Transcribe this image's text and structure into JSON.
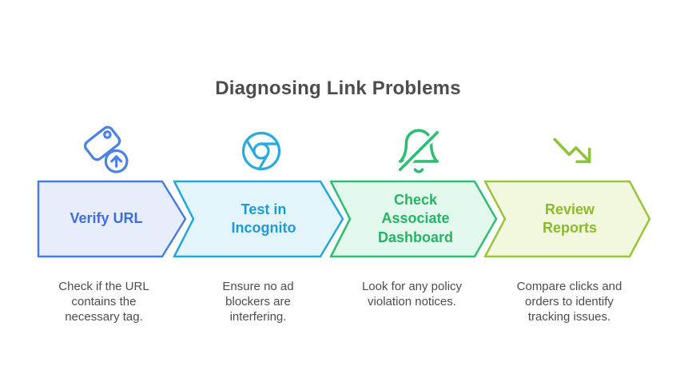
{
  "title": "Diagnosing Link Problems",
  "title_color": "#4D4D4D",
  "description_color": "#4D4D4D",
  "background_color": "#FFFFFF",
  "steps": [
    {
      "label": "Verify URL",
      "description": "Check if the URL contains the necessary tag.",
      "icon": "tag-upload-icon",
      "fill": "#E8EDFB",
      "stroke": "#4A7CE0",
      "label_color": "#3D6EDC",
      "icon_color": "#4A82E8"
    },
    {
      "label": "Test in Incognito",
      "description": "Ensure no ad blockers are interfering.",
      "icon": "chrome-icon",
      "fill": "#E3F4FB",
      "stroke": "#25A6DD",
      "label_color": "#1C9CD6",
      "icon_color": "#29A9E0"
    },
    {
      "label": "Check Associate Dashboard",
      "description": "Look for any policy violation notices.",
      "icon": "bell-off-icon",
      "fill": "#E3F8EC",
      "stroke": "#2EBD72",
      "label_color": "#27B366",
      "icon_color": "#2EBE73"
    },
    {
      "label": "Review Reports",
      "description": "Compare clicks and orders to identify tracking issues.",
      "icon": "trending-down-icon",
      "fill": "#F1F8DD",
      "stroke": "#99C43C",
      "label_color": "#8ABB2A",
      "icon_color": "#8FC33C"
    }
  ]
}
